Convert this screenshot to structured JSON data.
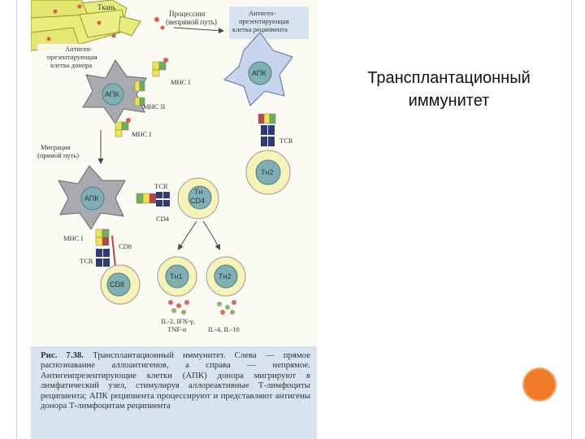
{
  "slide": {
    "title_line1": "Трансплантационный",
    "title_line2": "иммунитет"
  },
  "figure": {
    "labels": {
      "tissue": "Ткань",
      "processing_1": "Процессинг",
      "processing_2": "(непрямой путь)",
      "recipient_apc_1": "Антиген-",
      "recipient_apc_2": "презентирующая",
      "recipient_apc_3": "клетка реципиента",
      "donor_apc_1": "Антиген-",
      "donor_apc_2": "презентирующая",
      "donor_apc_3": "клетка донора",
      "apc": "АПК",
      "mhc1": "MHC I",
      "mhc2": "MHC II",
      "migration_1": "Миграция",
      "migration_2": "(прямой путь)",
      "tcr": "TCR",
      "th2": "Тн2",
      "th1": "Тн1",
      "th_cd4_1": "Тн",
      "th_cd4_2": "CD4",
      "cd4": "CD4",
      "cd8": "CD8",
      "cytokines_th1_1": "IL-2, IFN-γ,",
      "cytokines_th1_2": "TNF-α",
      "cytokines_th2": "IL-4, IL-10"
    },
    "caption": {
      "figure_no": "Рис. 7.38.",
      "text": "Трансплантационный иммунитет. Слева — прямое распознавание аллоантигенов, а справа — непрямое. Антигенпрезентирующие клетки (АПК) донора мигрируют в лимфатический узел, стимулируя аллореактивные Т-лимфоциты реципиента; АПК реципиента процессируют и представляют антигены донора Т-лимфоцитам реципиента"
    }
  },
  "colors": {
    "tissue_cell": "#e8ec7a",
    "apc_gray": "#a9aab0",
    "apc_blue": "#c7d4ee",
    "nucleus": "#7fb1b4",
    "t_cell": "#f7f2b8",
    "mhc_yellow": "#f0e34a",
    "mhc_green": "#6fae5a",
    "tcr_navy": "#2f3a78",
    "tcr_red": "#b54848",
    "caption_bg": "#d7e3ee",
    "accent_orange": "#f07c2a"
  }
}
